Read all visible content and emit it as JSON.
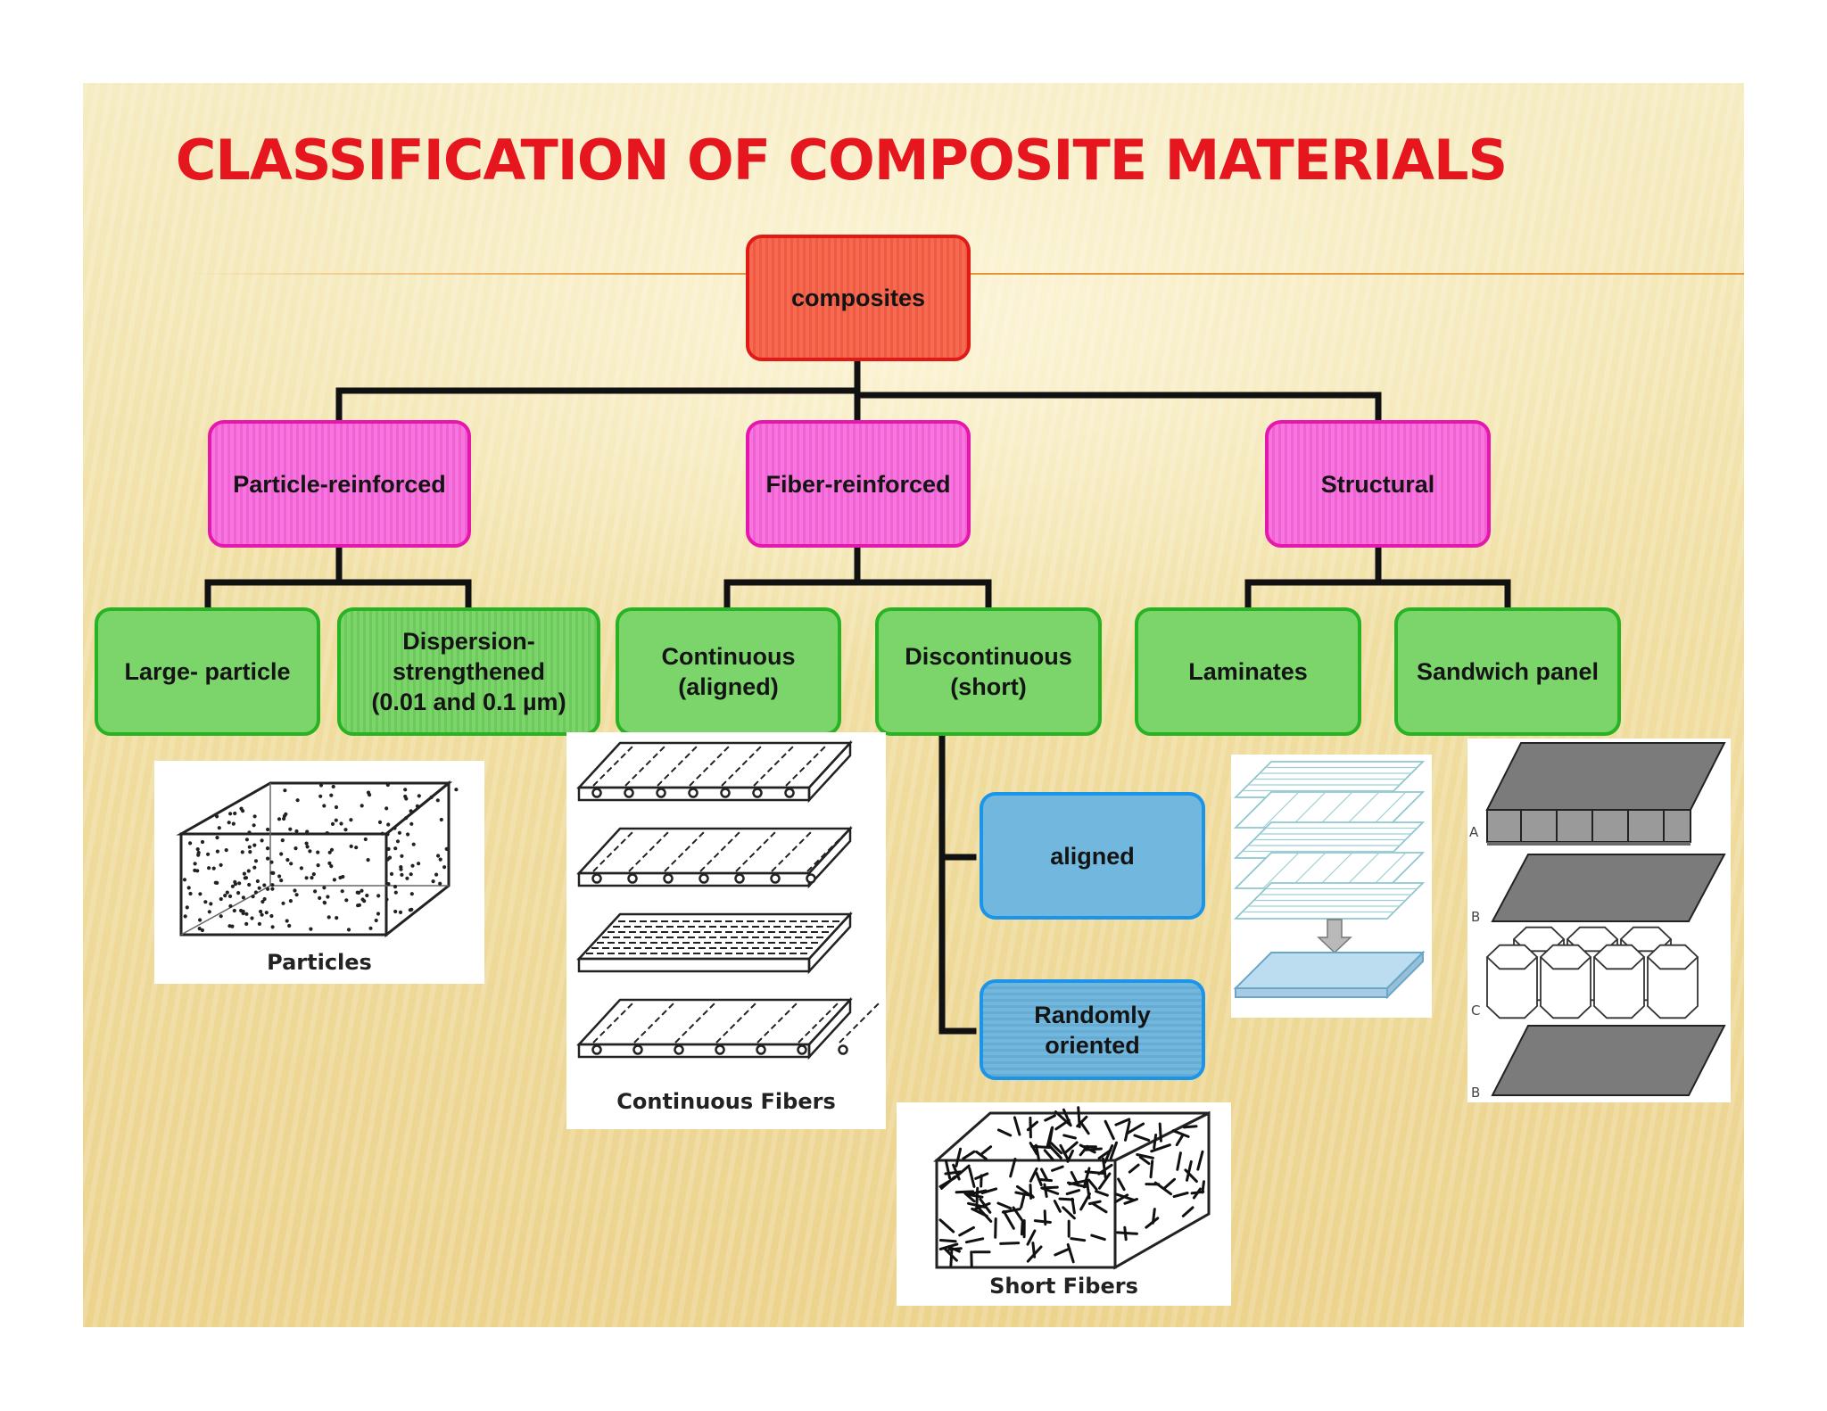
{
  "title": "CLASSIFICATION OF COMPOSITE MATERIALS",
  "root": "composites",
  "categories": {
    "particle": "Particle-reinforced",
    "fiber": "Fiber-reinforced",
    "structural": "Structural"
  },
  "subtypes": {
    "large_particle": "Large- particle",
    "dispersion": "Dispersion-\nstrengthened\n(0.01 and 0.1 µm)",
    "continuous": "Continuous\n(aligned)",
    "discontinuous": "Discontinuous\n(short)",
    "laminates": "Laminates",
    "sandwich": "Sandwich panel"
  },
  "discontinuous_types": {
    "aligned": "aligned",
    "random": "Randomly\noriented"
  },
  "figure_captions": {
    "particles": "Particles",
    "continuous_fibers": "Continuous Fibers",
    "short_fibers": "Short Fibers"
  },
  "sandwich_layer_labels": [
    "A",
    "B",
    "C",
    "B"
  ],
  "colors": {
    "title": "#e5161d",
    "root_box": "#f66a52",
    "category_box": "#f874df",
    "subtype_box": "#7bd56a",
    "discontinuous_box": "#72b8de",
    "connector": "#111111"
  }
}
